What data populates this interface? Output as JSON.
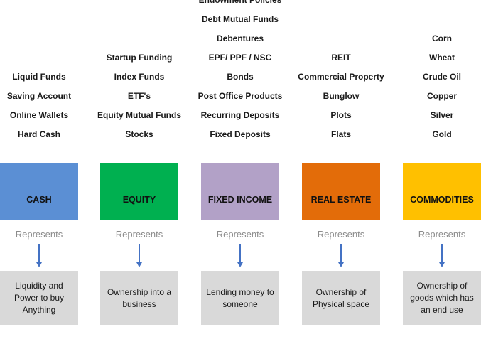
{
  "columns": [
    {
      "category": "CASH",
      "color": "#5b8fd4",
      "items": [
        "Liquid Funds",
        "Saving Account",
        "Online Wallets",
        "Hard Cash"
      ],
      "represents": "Represents",
      "description": "Liquidity and Power to buy Anything"
    },
    {
      "category": "EQUITY",
      "color": "#00b050",
      "items": [
        "Startup Funding",
        "Index Funds",
        "ETF's",
        "Equity Mutual Funds",
        "Stocks"
      ],
      "represents": "Represents",
      "description": "Ownership into a business"
    },
    {
      "category": "FIXED INCOME",
      "color": "#b2a1c7",
      "items": [
        "Endowment Policies",
        "Debt Mutual Funds",
        "Debentures",
        "EPF/ PPF / NSC",
        "Bonds",
        "Post Office Products",
        "Recurring Deposits",
        "Fixed Deposits"
      ],
      "represents": "Represents",
      "description": "Lending money to someone"
    },
    {
      "category": "REAL ESTATE",
      "color": "#e36c09",
      "items": [
        "REIT",
        "Commercial Property",
        "Bunglow",
        "Plots",
        "Flats"
      ],
      "represents": "Represents",
      "description": "Ownership of Physical space"
    },
    {
      "category": "COMMODITIES",
      "color": "#ffc000",
      "items": [
        "Corn",
        "Wheat",
        "Crude Oil",
        "Copper",
        "Silver",
        "Gold"
      ],
      "represents": "Represents",
      "description": "Ownership of goods which has an end use"
    }
  ]
}
